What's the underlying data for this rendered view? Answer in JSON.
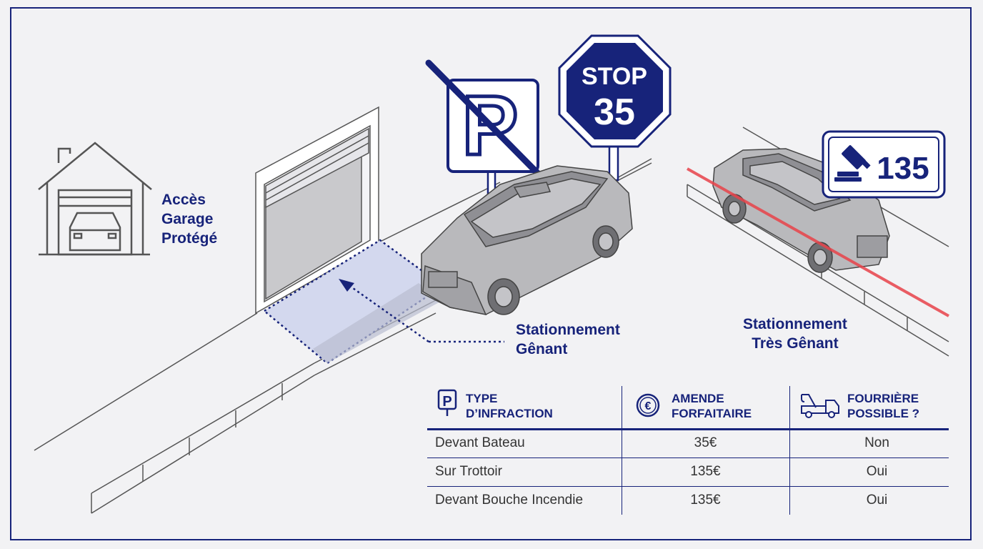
{
  "labels": {
    "garage": [
      "Accès",
      "Garage",
      "Protégé"
    ],
    "genant": [
      "Stationnement",
      "Gênant"
    ],
    "tres_genant": [
      "Stationnement",
      "Très Gênant"
    ]
  },
  "signs": {
    "parking_letter": "P",
    "stop_word": "STOP",
    "stop_amount": "35",
    "fine_amount": "135"
  },
  "table": {
    "headers": [
      {
        "icon": "parking-icon",
        "line1": "TYPE",
        "line2": "D’INFRACTION"
      },
      {
        "icon": "euro-icon",
        "line1": "AMENDE",
        "line2": "FORFAITAIRE"
      },
      {
        "icon": "tow-truck-icon",
        "line1": "FOURRIÈRE",
        "line2": "POSSIBLE ?"
      }
    ],
    "rows": [
      {
        "type": "Devant Bateau",
        "amende": "35€",
        "fourriere": "Non"
      },
      {
        "type": "Sur Trottoir",
        "amende": "135€",
        "fourriere": "Oui"
      },
      {
        "type": "Devant Bouche Incendie",
        "amende": "135€",
        "fourriere": "Oui"
      }
    ]
  },
  "colors": {
    "navy": "#17237a",
    "red_line": "#e8434a",
    "zone_fill": "#d3d8ee"
  }
}
